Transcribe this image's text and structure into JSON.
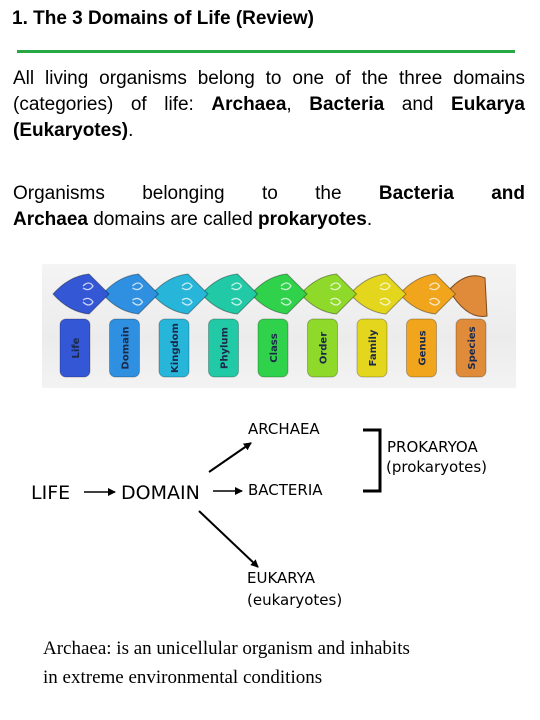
{
  "heading": "1.  The 3 Domains of Life (Review)",
  "paragraph1": {
    "lead": "All living organisms belong to one of the three domains (categories) of life: ",
    "archaea": "Archaea",
    "sep1": ", ",
    "bacteria": "Bacteria",
    "sep2": " and ",
    "eukarya": "Eukarya (Eukaryotes)",
    "end": "."
  },
  "paragraph2": {
    "lead": "Organisms belonging to the ",
    "bacteria_and": "Bacteria and",
    "archaea": "Archaea",
    "mid": " domains are called ",
    "prokaryotes": "prokaryotes",
    "end": "."
  },
  "taxonomy_graphic": {
    "ranks": [
      "Life",
      "Domain",
      "Kingdom",
      "Phylum",
      "Class",
      "Order",
      "Family",
      "Genus",
      "Species"
    ],
    "colors": [
      "#3457d6",
      "#2f8fe0",
      "#27b5d9",
      "#22c9a6",
      "#2fd24a",
      "#8fd92a",
      "#e3d61d",
      "#f0a51d",
      "#e08b3a"
    ]
  },
  "diagram": {
    "life": "LIFE",
    "domain": "DOMAIN",
    "archaea": "ARCHAEA",
    "bacteria": "BACTERIA",
    "prokaryoa": "PROKARYOA",
    "prokaryotes": "(prokaryotes)",
    "eukarya": "EUKARYA",
    "eukaryotes": "(eukaryotes)"
  },
  "footer": {
    "line1": "Archaea: is an unicellular organism and inhabits",
    "line2": "in extreme environmental conditions"
  }
}
